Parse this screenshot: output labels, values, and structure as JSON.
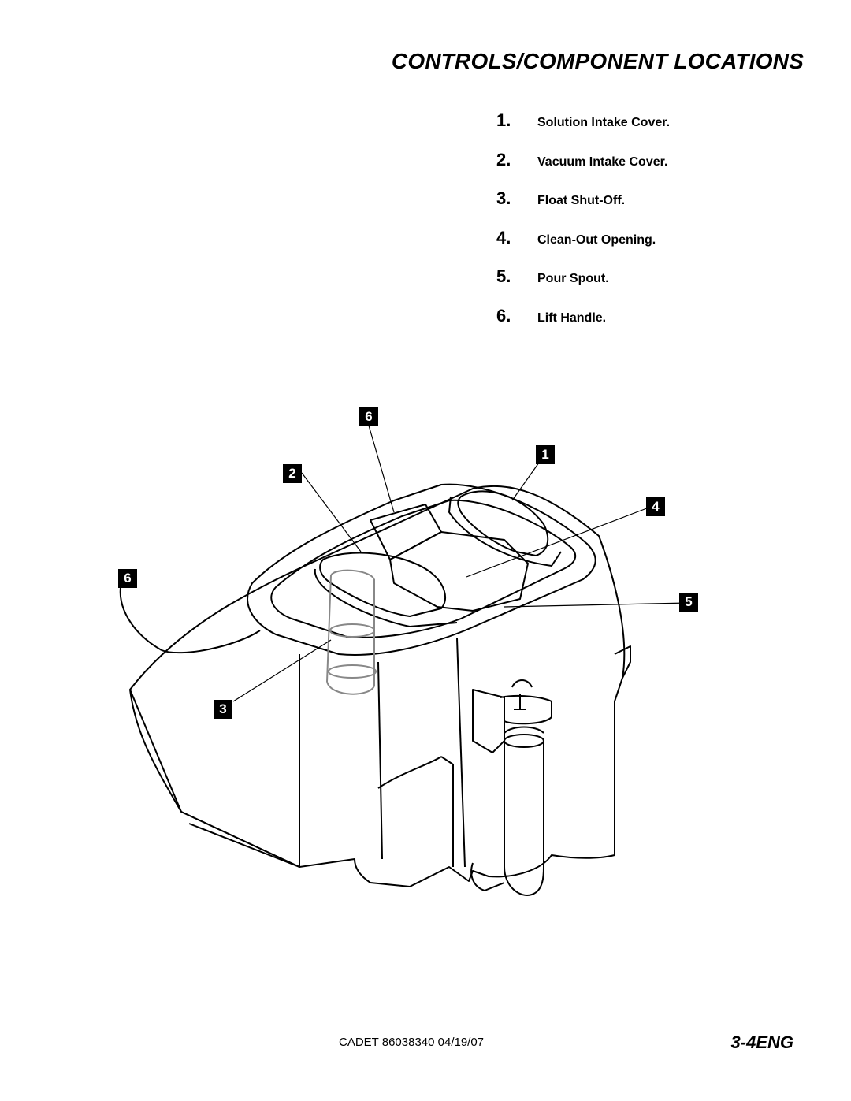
{
  "page": {
    "title": "CONTROLS/COMPONENT LOCATIONS",
    "footer_doc": "CADET 86038340  04/19/07",
    "footer_page": "3-4ENG"
  },
  "legend": [
    {
      "num": "1.",
      "label": "Solution Intake Cover."
    },
    {
      "num": "2.",
      "label": "Vacuum Intake Cover."
    },
    {
      "num": "3.",
      "label": "Float Shut-Off."
    },
    {
      "num": "4.",
      "label": "Clean-Out Opening."
    },
    {
      "num": "5.",
      "label": "Pour Spout."
    },
    {
      "num": "6.",
      "label": "Lift Handle."
    }
  ],
  "callouts": [
    "6",
    "1",
    "2",
    "4",
    "6",
    "5",
    "3"
  ]
}
